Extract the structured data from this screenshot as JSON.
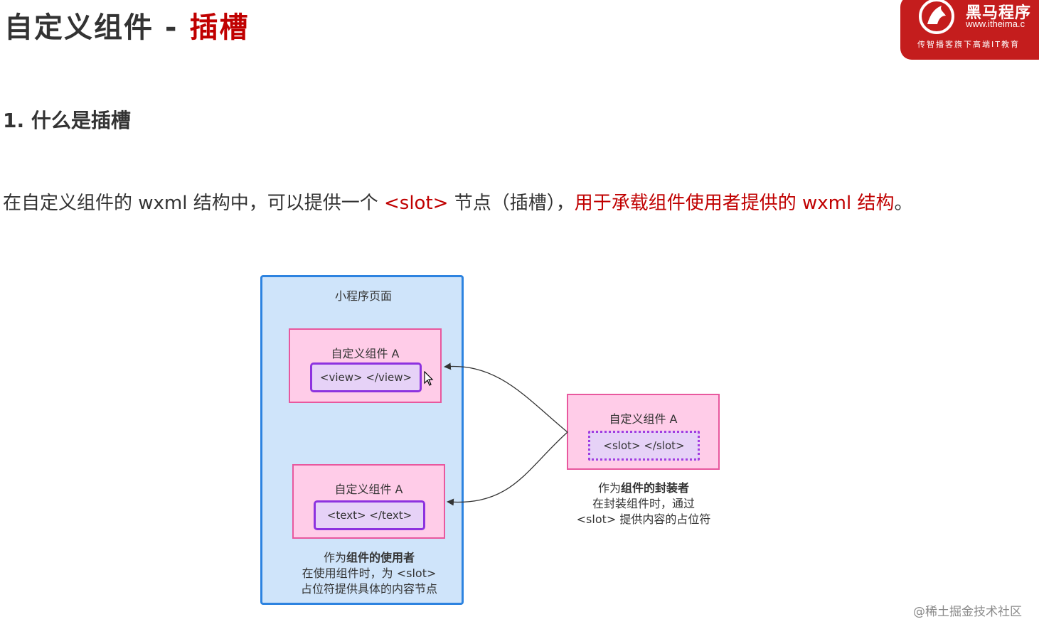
{
  "header": {
    "title_main": "自定义组件 - ",
    "title_highlight": "插槽"
  },
  "logo": {
    "name": "黑马程序",
    "url": "www.itheima.c",
    "slogan": "传智播客旗下高端IT教育"
  },
  "section": {
    "heading": "1. 什么是插槽"
  },
  "description": {
    "part1": "在自定义组件的 wxml 结构中，可以提供一个 ",
    "slot_tag": "<slot>",
    "part2": " 节点（插槽），",
    "highlight": "用于承载组件使用者提供的 wxml 结构",
    "end": "。"
  },
  "diagram": {
    "page_title": "小程序页面",
    "component_a1": {
      "label": "自定义组件 A",
      "inner": "<view> </view>"
    },
    "component_a2": {
      "label": "自定义组件 A",
      "inner": "<text> </text>"
    },
    "user_note": {
      "prefix": "作为",
      "bold": "组件的使用者",
      "line2": "在使用组件时，为 <slot>",
      "line3": "占位符提供具体的内容节点"
    },
    "component_def": {
      "label": "自定义组件 A",
      "inner": "<slot> </slot>"
    },
    "author_note": {
      "prefix": "作为",
      "bold": "组件的封装者",
      "line2": "在封装组件时，通过",
      "line3": "<slot> 提供内容的占位符"
    },
    "colors": {
      "page_fill": "#cfe4fa",
      "page_border": "#2d83e0",
      "component_fill": "#ffcce8",
      "component_border": "#e8589e",
      "inner_fill": "#e6d2f7",
      "inner_border": "#8d32df",
      "accent_red": "#c00000"
    }
  },
  "watermark": "@稀土掘金技术社区"
}
